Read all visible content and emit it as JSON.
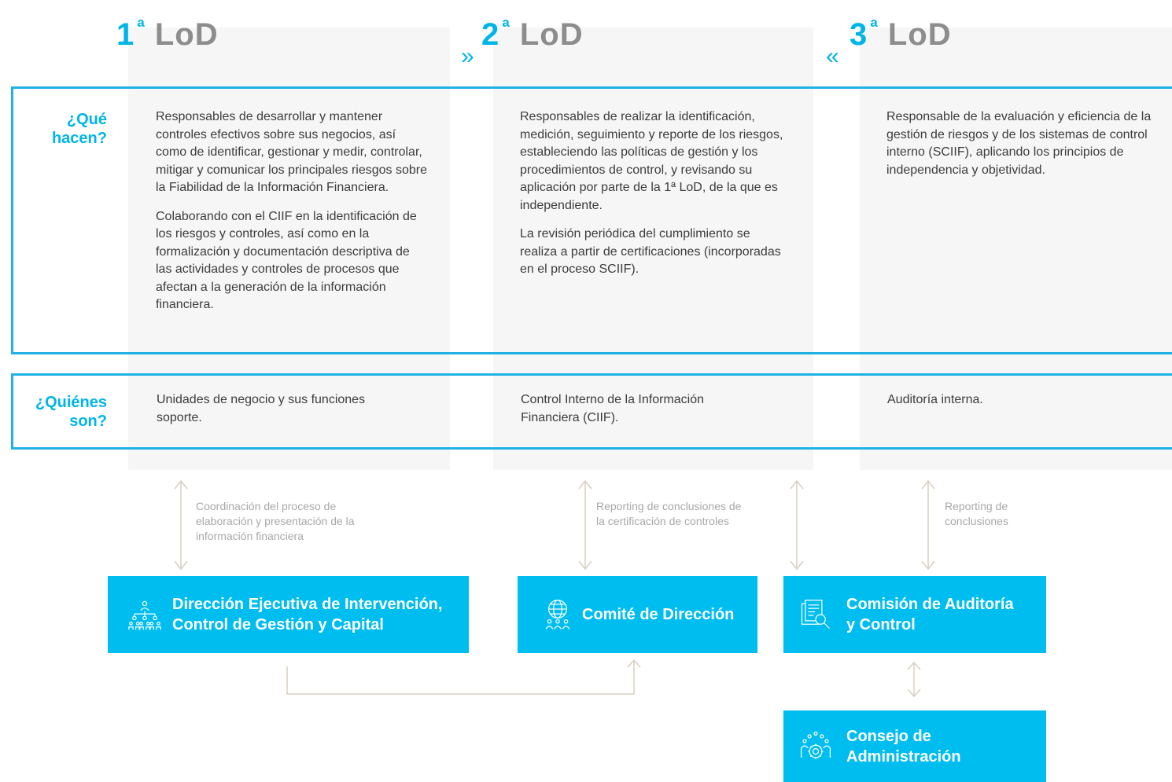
{
  "lods": [
    {
      "num": "1",
      "sup": "ª",
      "label": "LoD"
    },
    {
      "num": "2",
      "sup": "ª",
      "label": "LoD"
    },
    {
      "num": "3",
      "sup": "ª",
      "label": "LoD"
    }
  ],
  "chevrons": {
    "right": "»",
    "left": "«"
  },
  "rows": {
    "que_hacen": {
      "label_line1": "¿Qué",
      "label_line2": "hacen?"
    },
    "quienes_son": {
      "label_line1": "¿Quiénes",
      "label_line2": "son?"
    }
  },
  "que_hacen": {
    "col1": {
      "p1": "Responsables de desarrollar y mantener controles efectivos sobre sus negocios, así como de identificar, gestionar y medir, controlar, mitigar y comunicar los principales riesgos sobre la Fiabilidad de la Información Financiera.",
      "p2": "Colaborando con el CIIF en la identificación de los riesgos y controles, así como en la formalización y documentación descriptiva de las actividades y controles de procesos que afectan a la generación de la información financiera."
    },
    "col2": {
      "p1": "Responsables de realizar la identificación, medición, seguimiento y reporte de los riesgos, estableciendo las políticas de gestión y los procedimientos de control, y revisando su aplicación por parte de la 1ª LoD, de la que es independiente.",
      "p2": "La revisión periódica del cumplimiento se realiza a partir de certificaciones (incorporadas en el proceso SCIIF)."
    },
    "col3": {
      "p1": "Responsable de la evaluación y eficiencia de la gestión de riesgos y de los sistemas de control interno (SCIIF), aplicando los principios de independencia y objetividad."
    }
  },
  "quienes_son": {
    "col1": "Unidades de negocio y sus funciones soporte.",
    "col2": "Control Interno de la Información Financiera (CIIF).",
    "col3": "Auditoría interna."
  },
  "notes": {
    "n1": "Coordinación del proceso de elaboración y presentación de la información financiera",
    "n2": "Reporting de conclusiones de la certificación de controles",
    "n3": "Reporting de conclusiones"
  },
  "boxes": {
    "direccion": {
      "line1": "Dirección Ejecutiva de Intervención,",
      "line2": "Control de Gestión y Capital",
      "icon": "team-structure-icon"
    },
    "comite": {
      "line1": "Comité de Dirección",
      "icon": "globe-people-icon"
    },
    "comision": {
      "line1": "Comisión de Auditoría",
      "line2": "y Control",
      "icon": "document-search-icon"
    },
    "consejo": {
      "line1": "Consejo de",
      "line2": "Administración",
      "icon": "people-gear-icon"
    }
  },
  "colors": {
    "accent": "#00bdf0",
    "band": "#1fb3e5",
    "column_bg": "#f6f6f6",
    "connector": "#d8cfc2",
    "lod_text": "#8d8d8d"
  }
}
